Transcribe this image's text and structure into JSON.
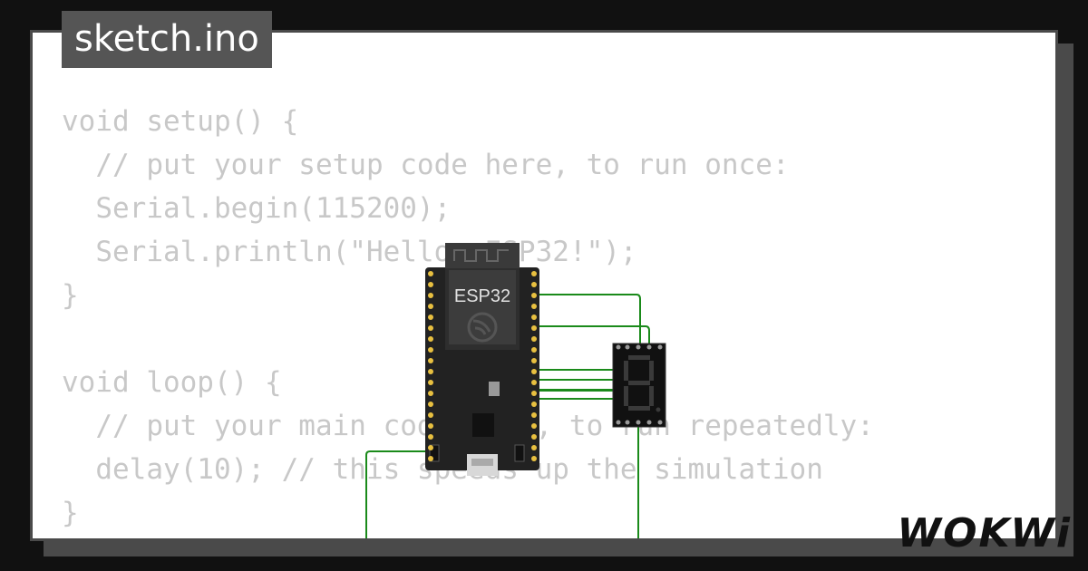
{
  "file_tab": {
    "label": "sketch.ino"
  },
  "code": {
    "lines": [
      "void setup() {",
      "  // put your setup code here, to run once:",
      "  Serial.begin(115200);",
      "  Serial.println(\"Hello, ESP32!\");",
      "}",
      "",
      "void loop() {",
      "  // put your main code here, to run repeatedly:",
      "  delay(10); // this speeds up the simulation",
      "}"
    ]
  },
  "board": {
    "label": "ESP32"
  },
  "brand": {
    "logo": "WOKWi"
  },
  "colors": {
    "background": "#111111",
    "card": "#ffffff",
    "tab": "#555555",
    "code_text": "#c8c8c8",
    "wire": "#1a8a1a",
    "board": "#222222"
  },
  "icons": [
    "espressif-logo-icon",
    "usb-port-icon"
  ]
}
